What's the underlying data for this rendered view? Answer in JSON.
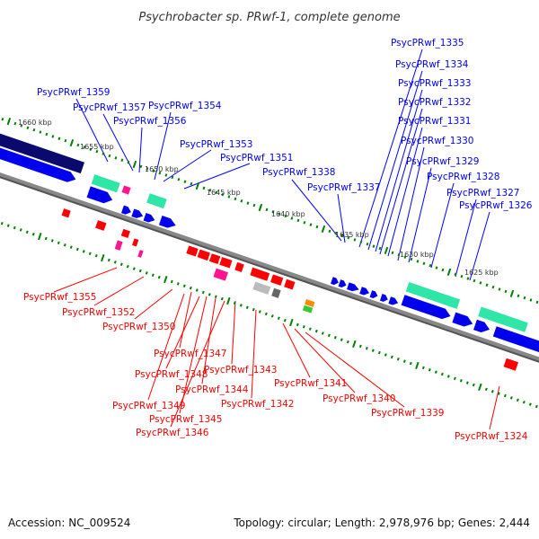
{
  "title": "Psychrobacter sp. PRwf-1, complete genome",
  "footer": {
    "accession": "Accession: NC_009524",
    "summary": "Topology: circular; Length: 2,978,976 bp; Genes: 2,444"
  },
  "colors": {
    "forward_label": "#0000ff",
    "reverse_label": "#ff0000",
    "backbone": "#808080",
    "ticks": "#008000"
  },
  "ticks": [
    "1660 kbp",
    "1655 kbp",
    "1650 kbp",
    "1645 kbp",
    "1640 kbp",
    "1635 kbp",
    "1630 kbp",
    "1625 kbp"
  ],
  "forward_genes": [
    "PsycPRwf_1359",
    "PsycPRwf_1357",
    "PsycPRwf_1356",
    "PsycPRwf_1354",
    "PsycPRwf_1353",
    "PsycPRwf_1351",
    "PsycPRwf_1338",
    "PsycPRwf_1337",
    "PsycPRwf_1335",
    "PsycPRwf_1334",
    "PsycPRwf_1333",
    "PsycPRwf_1332",
    "PsycPRwf_1331",
    "PsycPRwf_1330",
    "PsycPRwf_1329",
    "PsycPRwf_1328",
    "PsycPRwf_1327",
    "PsycPRwf_1326"
  ],
  "reverse_genes": [
    "PsycPRwf_1355",
    "PsycPRwf_1352",
    "PsycPRwf_1350",
    "PsycPRwf_1347",
    "PsycPRwf_1348",
    "PsycPRwf_1343",
    "PsycPRwf_1344",
    "PsycPRwf_1349",
    "PsycPRwf_1345",
    "PsycPRwf_1346",
    "PsycPRwf_1342",
    "PsycPRwf_1341",
    "PsycPRwf_1340",
    "PsycPRwf_1339",
    "PsycPRwf_1324"
  ]
}
